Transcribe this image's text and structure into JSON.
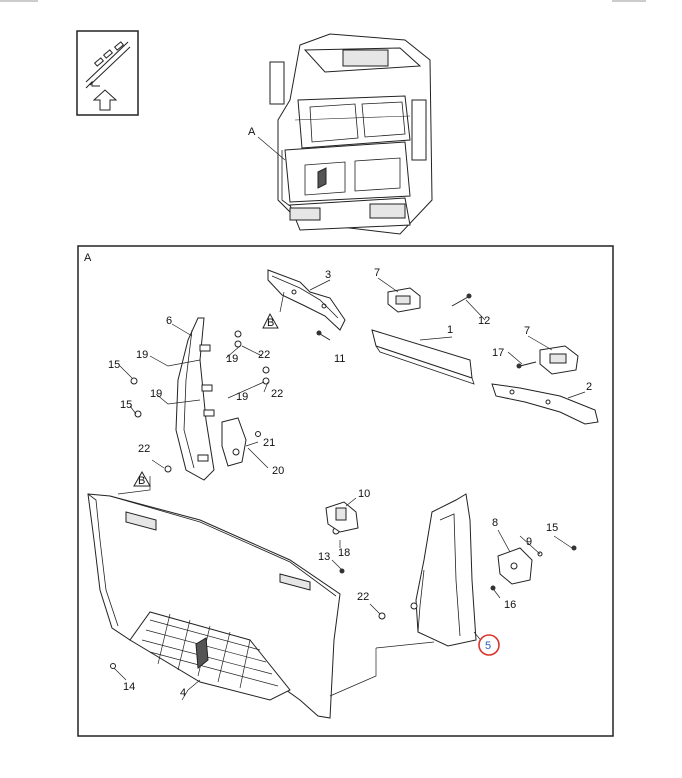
{
  "view_label": "A",
  "detail_label": "A",
  "section_markers": [
    "B",
    "B"
  ],
  "callouts": {
    "p1": "1",
    "p2": "2",
    "p3": "3",
    "p4": "4",
    "p5": "5",
    "p6": "6",
    "p7a": "7",
    "p7b": "7",
    "p8": "8",
    "p9": "9",
    "p10": "10",
    "p11": "11",
    "p12": "12",
    "p13": "13",
    "p14": "14",
    "p15a": "15",
    "p15b": "15",
    "p15c": "15",
    "p16": "16",
    "p17": "17",
    "p18": "18",
    "p19a": "19",
    "p19b": "19",
    "p19c": "19",
    "p19d": "19",
    "p20": "20",
    "p21": "21",
    "p22a": "22",
    "p22b": "22",
    "p22c": "22",
    "p22d": "22"
  },
  "highlighted_part": "5",
  "colors": {
    "highlight_ring": "#d9342b",
    "highlight_text": "#2b5fb3",
    "line": "#222222"
  }
}
